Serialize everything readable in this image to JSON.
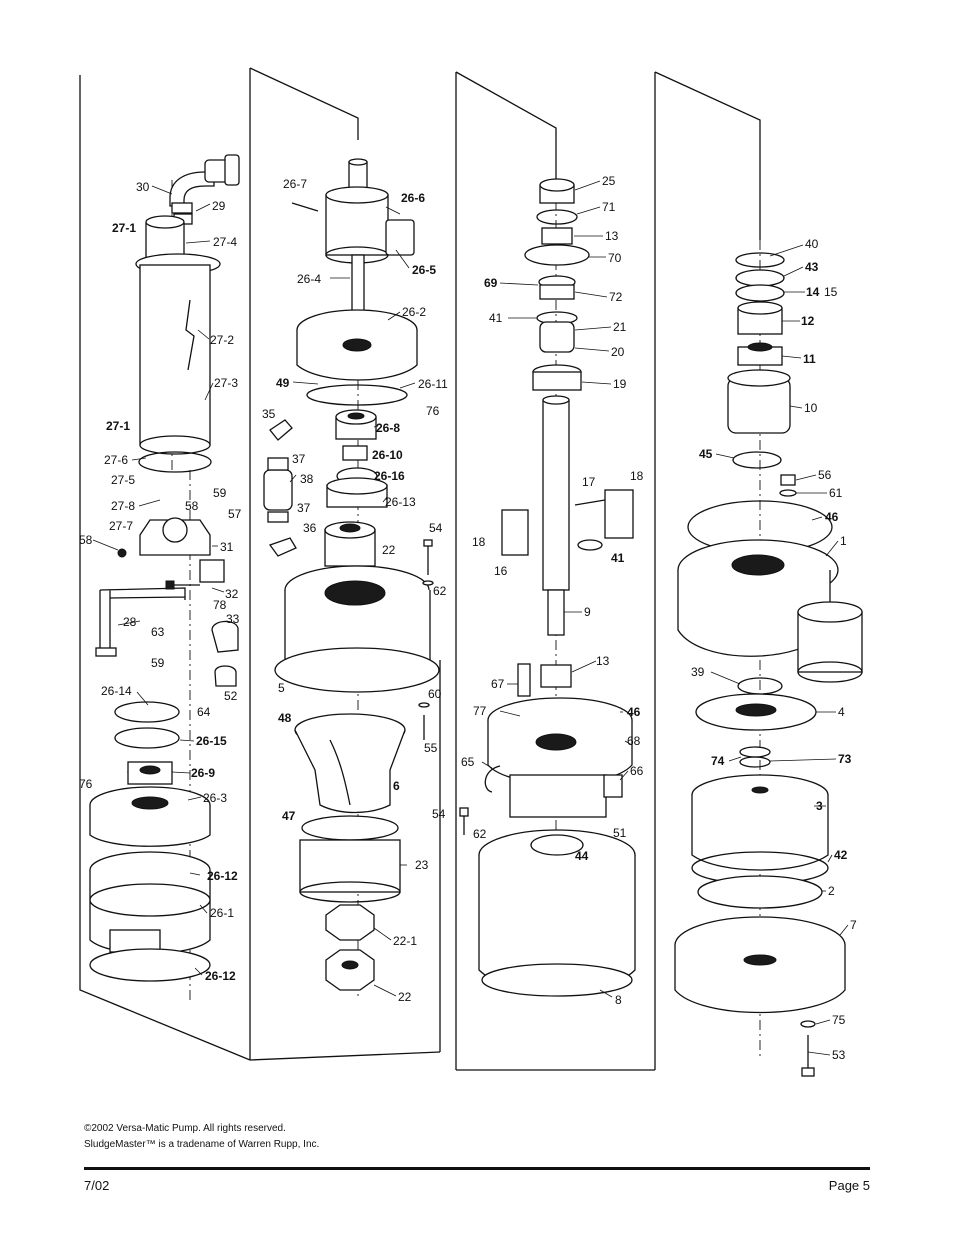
{
  "footer": {
    "copyright": "©2002 Versa-Matic Pump. All rights reserved.",
    "trademark": "SludgeMaster™ is a tradename of Warren Rupp, Inc.",
    "date": "7/02",
    "page": "Page 5"
  },
  "callouts": [
    {
      "text": "30",
      "bold": false
    },
    {
      "text": "29",
      "bold": false
    },
    {
      "text": "27-1",
      "bold": true
    },
    {
      "text": "27-4",
      "bold": false
    },
    {
      "text": "27-2",
      "bold": false
    },
    {
      "text": "27-3",
      "bold": false
    },
    {
      "text": "27-1",
      "bold": true
    },
    {
      "text": "27-6",
      "bold": false
    },
    {
      "text": "27-5",
      "bold": false
    },
    {
      "text": "27-8",
      "bold": false
    },
    {
      "text": "58",
      "bold": false
    },
    {
      "text": "59",
      "bold": false
    },
    {
      "text": "57",
      "bold": false
    },
    {
      "text": "27-7",
      "bold": false
    },
    {
      "text": "58",
      "bold": false
    },
    {
      "text": "31",
      "bold": false
    },
    {
      "text": "32",
      "bold": false
    },
    {
      "text": "78",
      "bold": false
    },
    {
      "text": "28",
      "bold": false
    },
    {
      "text": "63",
      "bold": false
    },
    {
      "text": "33",
      "bold": false
    },
    {
      "text": "59",
      "bold": false
    },
    {
      "text": "52",
      "bold": false
    },
    {
      "text": "26-14",
      "bold": false
    },
    {
      "text": "64",
      "bold": false
    },
    {
      "text": "26-15",
      "bold": true
    },
    {
      "text": "76",
      "bold": false
    },
    {
      "text": "26-9",
      "bold": true
    },
    {
      "text": "26-3",
      "bold": false
    },
    {
      "text": "26-12",
      "bold": true
    },
    {
      "text": "26-1",
      "bold": false
    },
    {
      "text": "26-12",
      "bold": true
    },
    {
      "text": "26-7",
      "bold": false
    },
    {
      "text": "26-6",
      "bold": true
    },
    {
      "text": "26-5",
      "bold": true
    },
    {
      "text": "26-4",
      "bold": false
    },
    {
      "text": "26-2",
      "bold": false
    },
    {
      "text": "49",
      "bold": true
    },
    {
      "text": "26-11",
      "bold": false
    },
    {
      "text": "35",
      "bold": false
    },
    {
      "text": "76",
      "bold": false
    },
    {
      "text": "26-8",
      "bold": true
    },
    {
      "text": "37",
      "bold": false
    },
    {
      "text": "26-10",
      "bold": true
    },
    {
      "text": "38",
      "bold": false
    },
    {
      "text": "26-16",
      "bold": true
    },
    {
      "text": "26-13",
      "bold": false
    },
    {
      "text": "37",
      "bold": false
    },
    {
      "text": "36",
      "bold": false
    },
    {
      "text": "54",
      "bold": false
    },
    {
      "text": "22",
      "bold": false
    },
    {
      "text": "62",
      "bold": false
    },
    {
      "text": "5",
      "bold": false
    },
    {
      "text": "60",
      "bold": false
    },
    {
      "text": "48",
      "bold": true
    },
    {
      "text": "55",
      "bold": false
    },
    {
      "text": "6",
      "bold": true
    },
    {
      "text": "47",
      "bold": true
    },
    {
      "text": "23",
      "bold": false
    },
    {
      "text": "22-1",
      "bold": false
    },
    {
      "text": "22",
      "bold": false
    },
    {
      "text": "25",
      "bold": false
    },
    {
      "text": "71",
      "bold": false
    },
    {
      "text": "13",
      "bold": false
    },
    {
      "text": "70",
      "bold": false
    },
    {
      "text": "69",
      "bold": true
    },
    {
      "text": "72",
      "bold": false
    },
    {
      "text": "41",
      "bold": false
    },
    {
      "text": "21",
      "bold": false
    },
    {
      "text": "20",
      "bold": false
    },
    {
      "text": "19",
      "bold": false
    },
    {
      "text": "17",
      "bold": false
    },
    {
      "text": "18",
      "bold": false
    },
    {
      "text": "18",
      "bold": false
    },
    {
      "text": "41",
      "bold": true
    },
    {
      "text": "16",
      "bold": false
    },
    {
      "text": "9",
      "bold": false
    },
    {
      "text": "13",
      "bold": false
    },
    {
      "text": "67",
      "bold": false
    },
    {
      "text": "77",
      "bold": false
    },
    {
      "text": "46",
      "bold": true
    },
    {
      "text": "68",
      "bold": false
    },
    {
      "text": "65",
      "bold": false
    },
    {
      "text": "66",
      "bold": false
    },
    {
      "text": "54",
      "bold": false
    },
    {
      "text": "62",
      "bold": false
    },
    {
      "text": "51",
      "bold": false
    },
    {
      "text": "44",
      "bold": true
    },
    {
      "text": "8",
      "bold": false
    },
    {
      "text": "40",
      "bold": false
    },
    {
      "text": "43",
      "bold": true
    },
    {
      "text": "14",
      "bold": true
    },
    {
      "text": "15",
      "bold": false
    },
    {
      "text": "12",
      "bold": true
    },
    {
      "text": "11",
      "bold": true
    },
    {
      "text": "10",
      "bold": false
    },
    {
      "text": "45",
      "bold": true
    },
    {
      "text": "56",
      "bold": false
    },
    {
      "text": "61",
      "bold": false
    },
    {
      "text": "46",
      "bold": true
    },
    {
      "text": "1",
      "bold": false
    },
    {
      "text": "39",
      "bold": false
    },
    {
      "text": "4",
      "bold": false
    },
    {
      "text": "74",
      "bold": true
    },
    {
      "text": "73",
      "bold": true
    },
    {
      "text": "3",
      "bold": true
    },
    {
      "text": "42",
      "bold": true
    },
    {
      "text": "2",
      "bold": false
    },
    {
      "text": "7",
      "bold": false
    },
    {
      "text": "75",
      "bold": false
    },
    {
      "text": "53",
      "bold": false
    }
  ]
}
